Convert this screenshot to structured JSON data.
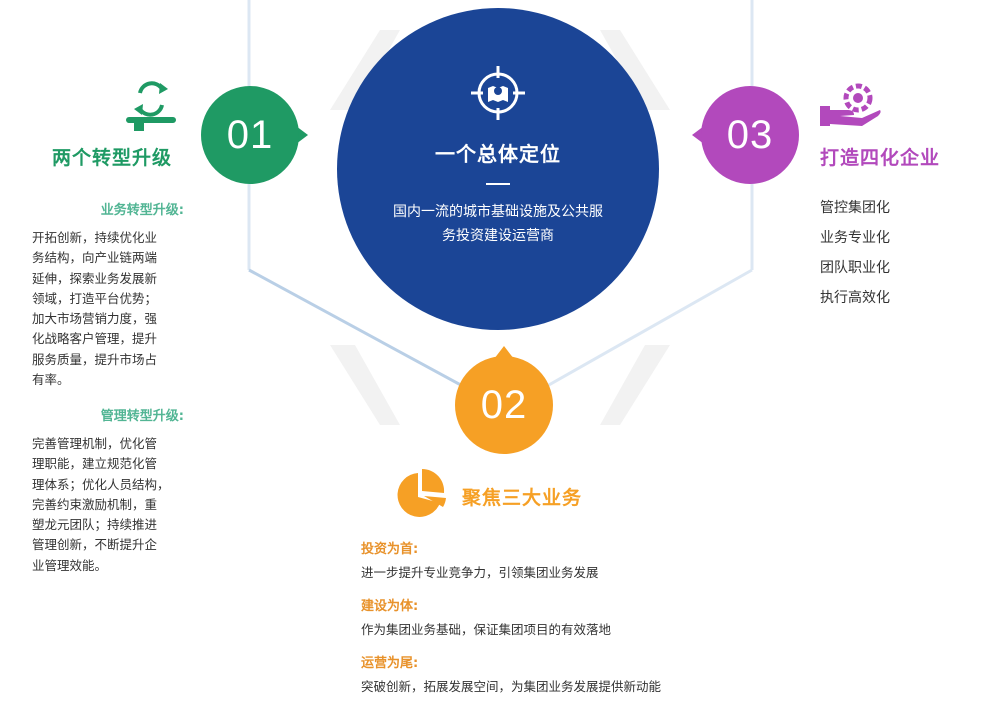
{
  "center": {
    "title": "一个总体定位",
    "description": "国内一流的城市基础设施及公共服务投资建设运营商",
    "icon": "target-map-icon"
  },
  "nodes": {
    "n01": {
      "number": "01",
      "color": "#1f9a64"
    },
    "n02": {
      "number": "02",
      "color": "#f6a025"
    },
    "n03": {
      "number": "03",
      "color": "#b249bc"
    }
  },
  "left": {
    "title": "两个转型升级",
    "icon": "hand-recycle-icon",
    "business": {
      "heading": "业务转型升级:",
      "lines": [
        "开拓创新，持续优化业",
        "务结构，向产业链两端",
        "延伸，探索业务发展新",
        "领域，打造平台优势；",
        "加大市场营销力度，强",
        "化战略客户管理，提升",
        "服务质量，提升市场占",
        "有率。"
      ]
    },
    "management": {
      "heading": "管理转型升级:",
      "lines": [
        "完善管理机制，优化管",
        "理职能，建立规范化管",
        "理体系；优化人员结构，",
        "完善约束激励机制，重",
        "塑龙元团队；持续推进",
        "管理创新，不断提升企",
        "业管理效能。"
      ]
    }
  },
  "right": {
    "title": "打造四化企业",
    "icon": "hand-gear-icon",
    "items": [
      "管控集团化",
      "业务专业化",
      "团队职业化",
      "执行高效化"
    ]
  },
  "bottom": {
    "title": "聚焦三大业务",
    "icon": "pie-chart-icon",
    "items": [
      {
        "heading": "投资为首:",
        "text": "进一步提升专业竞争力，引领集团业务发展"
      },
      {
        "heading": "建设为体:",
        "text": "作为集团业务基础，保证集团项目的有效落地"
      },
      {
        "heading": "运营为尾:",
        "text": "突破创新，拓展发展空间，为集团业务发展提供新动能"
      }
    ]
  },
  "colors": {
    "green": "#1f9a64",
    "purple": "#b249bc",
    "orange": "#f6a025",
    "navy": "#1b4596",
    "connector": "#b9cfe6"
  }
}
